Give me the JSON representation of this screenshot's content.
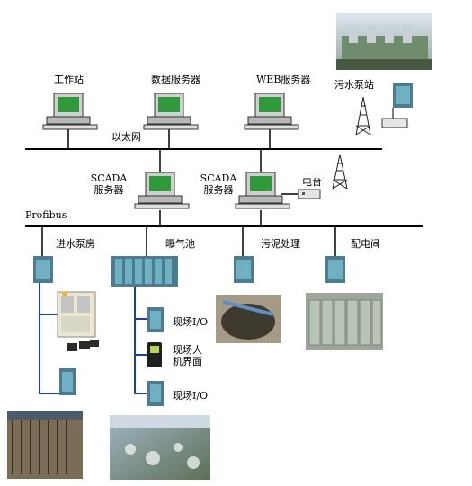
{
  "labels": {
    "workstation": "工作站",
    "data_server": "数据服务器",
    "web_server": "WEB服务器",
    "sewage_pump_station": "污水泵站",
    "ethernet": "以太网",
    "scada_left_line1": "SCADA",
    "scada_left_line2": "服务器",
    "scada_right_line1": "SCADA",
    "scada_right_line2": "服务器",
    "radio_station": "电台",
    "profibus": "Profibus",
    "inlet_pump_house": "进水泵房",
    "aeration_tank": "曝气池",
    "sludge_treatment": "污泥处理",
    "power_room": "配电间",
    "field_io_1": "现场I/O",
    "field_hmi_line1": "现场人",
    "field_hmi_line2": "机界面",
    "field_io_2": "现场I/O"
  },
  "colors": {
    "line": "#000000",
    "io_line": "#1a3fb5",
    "screen": "#2f9a3a",
    "plc_body": "#4a7d8f",
    "plc_front": "#6fb0c2",
    "monitor": "#c9c9c9"
  }
}
